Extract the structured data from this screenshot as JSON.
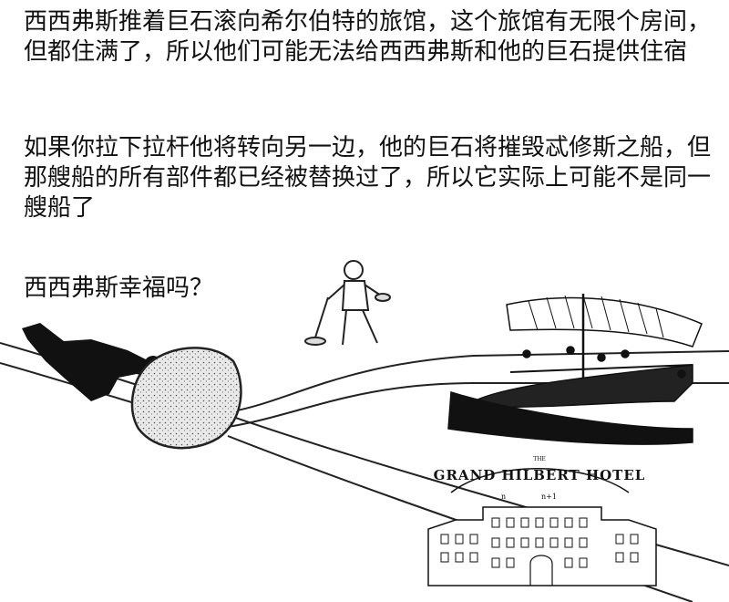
{
  "meme": {
    "paragraph_1": "西西弗斯推着巨石滚向希尔伯特的旅馆，这个旅馆有无限个房间，但都住满了，所以他们可能无法给西西弗斯和他的巨石提供住宿",
    "paragraph_2": "如果你拉下拉杆他将转向另一边，他的巨石将摧毁忒修斯之船，但那艘船的所有部件都已经被替换过了，所以它实际上可能不是同一艘船了",
    "question": "西西弗斯幸福吗？"
  },
  "hotel": {
    "sign_small": "THE",
    "sign_name": "GRAND HILBERT HOTEL",
    "room_n": "n",
    "room_n1": "n+1"
  }
}
